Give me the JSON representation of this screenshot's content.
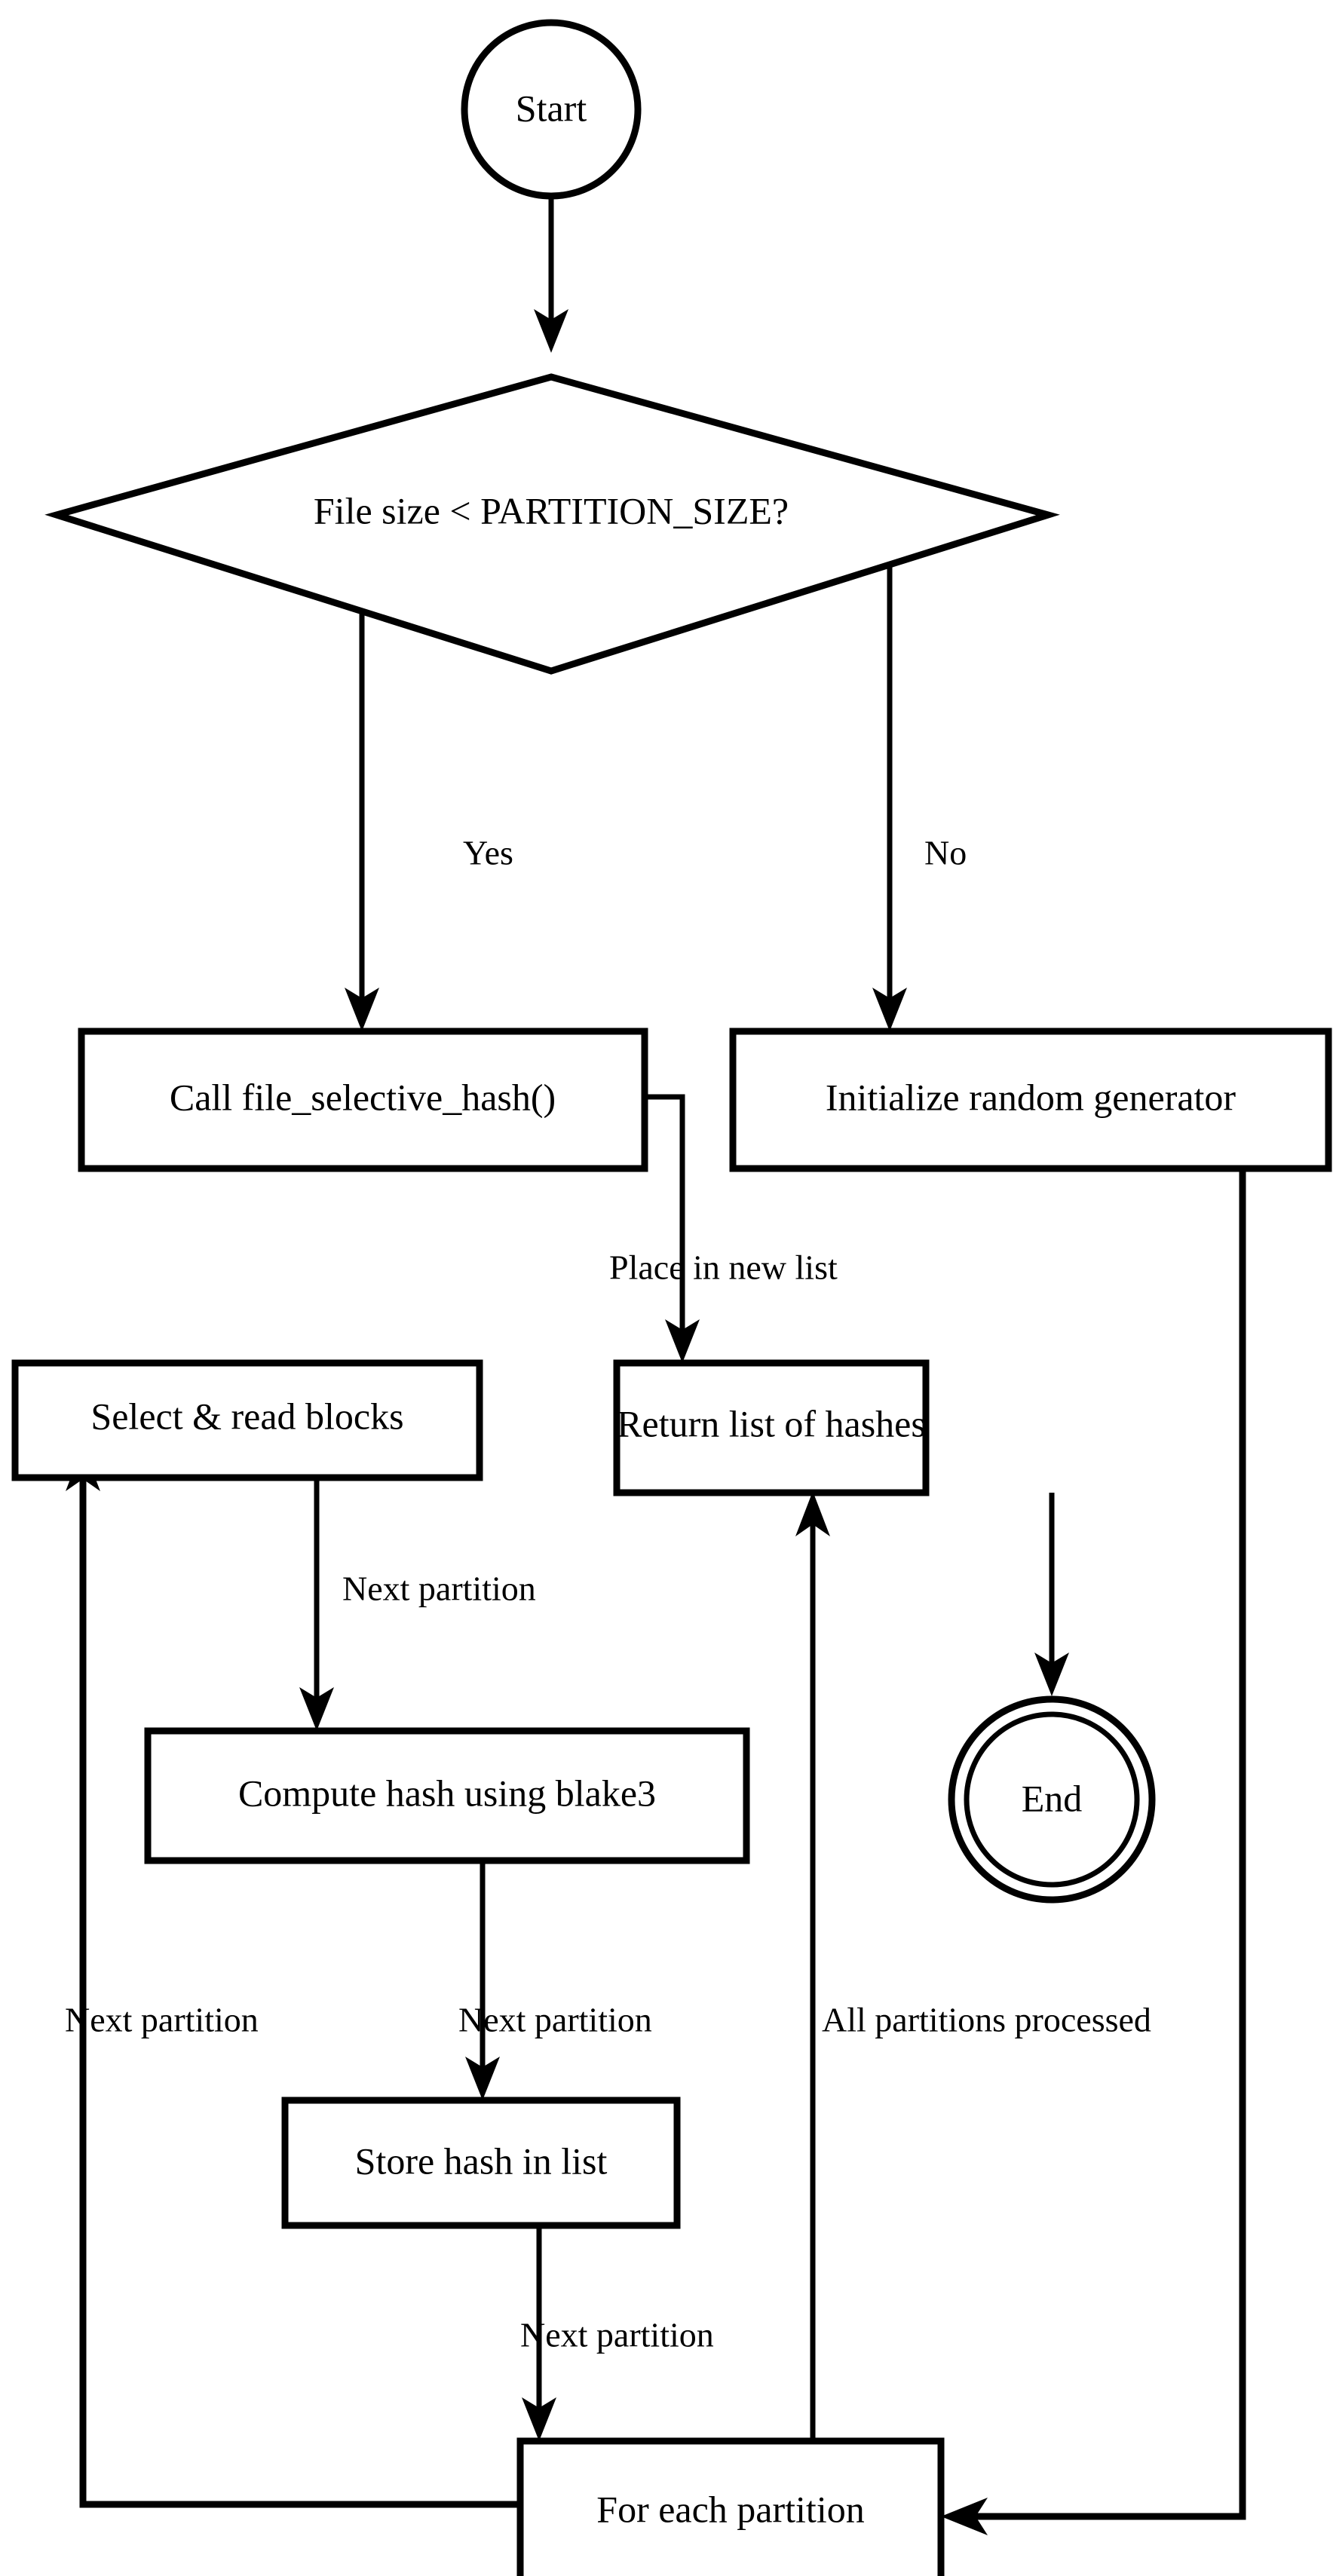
{
  "diagram": {
    "title": "File hashing partition flowchart",
    "background_color": "#ffffff",
    "line_color": "#000000",
    "nodes": {
      "start": {
        "label": "Start",
        "shape": "circle"
      },
      "decision": {
        "label": "File size < PARTITION_SIZE?",
        "shape": "diamond"
      },
      "call_hash": {
        "label": "Call file_selective_hash()",
        "shape": "rect"
      },
      "init_random": {
        "label": "Initialize random generator",
        "shape": "rect"
      },
      "select_blocks": {
        "label": "Select & read blocks",
        "shape": "rect"
      },
      "return_hashes": {
        "label": "Return list of hashes",
        "shape": "rect"
      },
      "compute_hash": {
        "label": "Compute hash using blake3",
        "shape": "rect"
      },
      "end": {
        "label": "End",
        "shape": "double-circle"
      },
      "store_hash": {
        "label": "Store hash in list",
        "shape": "rect"
      },
      "for_each": {
        "label": "For each partition",
        "shape": "rect"
      }
    },
    "edge_labels": {
      "yes": "Yes",
      "no": "No",
      "place_in_new_list": "Place in new list",
      "next_partition_select_to_compute": "Next partition",
      "next_partition_left_loop": "Next partition",
      "next_partition_compute_to_store": "Next partition",
      "all_partitions_processed": "All partitions processed",
      "next_partition_store_to_foreach": "Next partition"
    }
  }
}
